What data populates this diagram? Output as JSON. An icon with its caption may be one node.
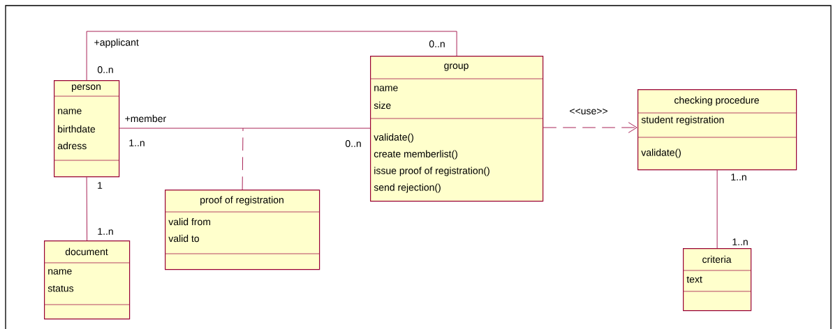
{
  "diagram": {
    "nodes": [
      {
        "text": [
          "person",
          "name",
          "birthdate",
          "adress"
        ]
      },
      {
        "text": [
          "group",
          "name",
          "size",
          "validate()",
          "create memberlist()",
          "issue proof of registration()",
          "send rejection()"
        ]
      },
      {
        "text": [
          "checking procedure",
          "student registration",
          "validate()"
        ]
      },
      {
        "text": [
          "proof of registration",
          "valid from",
          "valid to"
        ]
      },
      {
        "text": [
          "document",
          "name",
          "status"
        ]
      },
      {
        "text": [
          "criteria",
          "text"
        ]
      }
    ],
    "edges": [
      {
        "from": 0,
        "to": 1,
        "arrow": "none",
        "label": "+applicant"
      },
      {
        "from": 0,
        "to": 1,
        "arrow": "none",
        "label": "+member"
      },
      {
        "from": 3,
        "to": null,
        "arrow": "none",
        "style": "dashed"
      },
      {
        "from": 1,
        "to": 2,
        "arrow": "to",
        "style": "dashed",
        "label": "<<use>>"
      },
      {
        "from": 0,
        "to": 4,
        "arrow": "none"
      },
      {
        "from": 2,
        "to": 5,
        "arrow": "none"
      }
    ],
    "labels": [
      "0..n",
      "0..n",
      "1..n",
      "0..n",
      "1..n",
      "1",
      "1..n",
      "1..n"
    ]
  }
}
